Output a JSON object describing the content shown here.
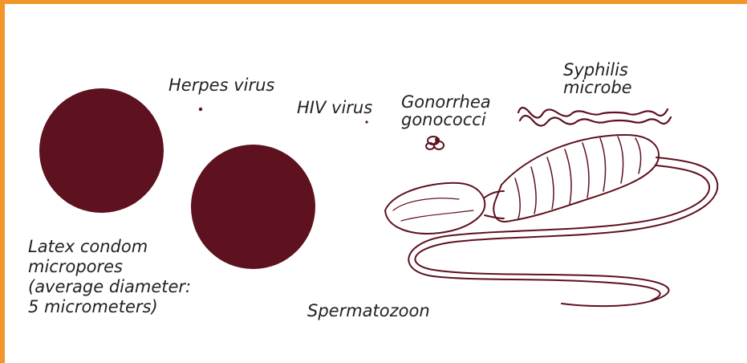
{
  "colors": {
    "frame": "#f0962a",
    "organism": "#5e111e",
    "text": "#222222"
  },
  "labels": {
    "herpes": "Herpes virus",
    "hiv": "HIV virus",
    "gonorrhea_line1": "Gonorrhea",
    "gonorrhea_line2": "gonococci",
    "syphilis_line1": "Syphilis",
    "syphilis_line2": "microbe",
    "latex_line1": "Latex condom",
    "latex_line2": "micropores",
    "latex_line3": "(average diameter:",
    "latex_line4": "5 micrometers)",
    "spermatozoon": "Spermatozoon"
  }
}
